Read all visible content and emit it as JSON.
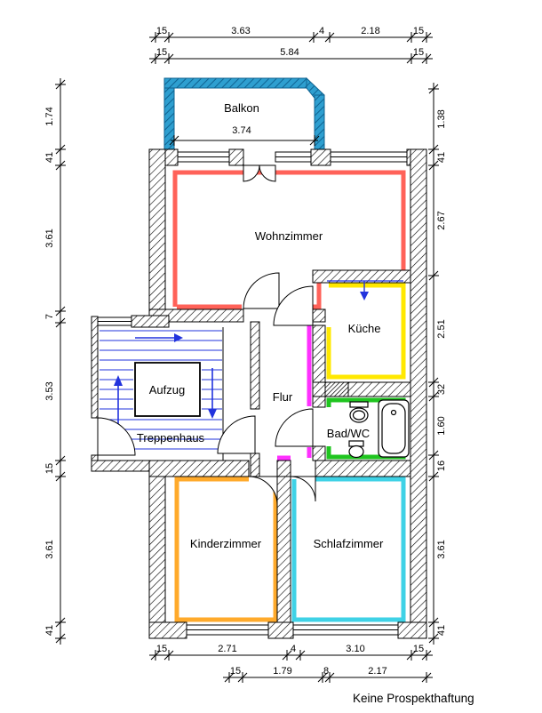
{
  "footer": {
    "disclaimer": "Keine  Prospekthaftung"
  },
  "rooms": {
    "balkon": "Balkon",
    "wohnzimmer": "Wohnzimmer",
    "kueche": "Küche",
    "flur": "Flur",
    "aufzug": "Aufzug",
    "treppenhaus": "Treppenhaus",
    "bad_wc": "Bad/WC",
    "kinderzimmer": "Kinderzimmer",
    "schlafzimmer": "Schlafzimmer"
  },
  "dims": {
    "balkon_width": "3.74",
    "top_row1": [
      "15",
      "3.63",
      "4",
      "2.18",
      "15"
    ],
    "top_row2": [
      "15",
      "5.84",
      "15"
    ],
    "left": [
      "1.74",
      "41",
      "3.61",
      "7",
      "3.53",
      "15",
      "3.61",
      "41"
    ],
    "right": [
      "1.38",
      "41",
      "2.67",
      "2.51",
      "32",
      "1.60",
      "16",
      "3.61",
      "41"
    ],
    "bottom_row1": [
      "15",
      "2.71",
      "4",
      "3.10",
      "15"
    ],
    "bottom_row2": [
      "15",
      "1.79",
      "8",
      "2.17"
    ]
  },
  "colors": {
    "balcony_wall": "#2e9fd0",
    "wohnzimmer": "#ff6259",
    "kueche": "#ffe800",
    "flur": "#ff30ff",
    "bad_wc": "#1fc51f",
    "kinderzimmer": "#ffaa2b",
    "schlafzimmer": "#3fd2e6",
    "stairs": "#2233dd"
  }
}
